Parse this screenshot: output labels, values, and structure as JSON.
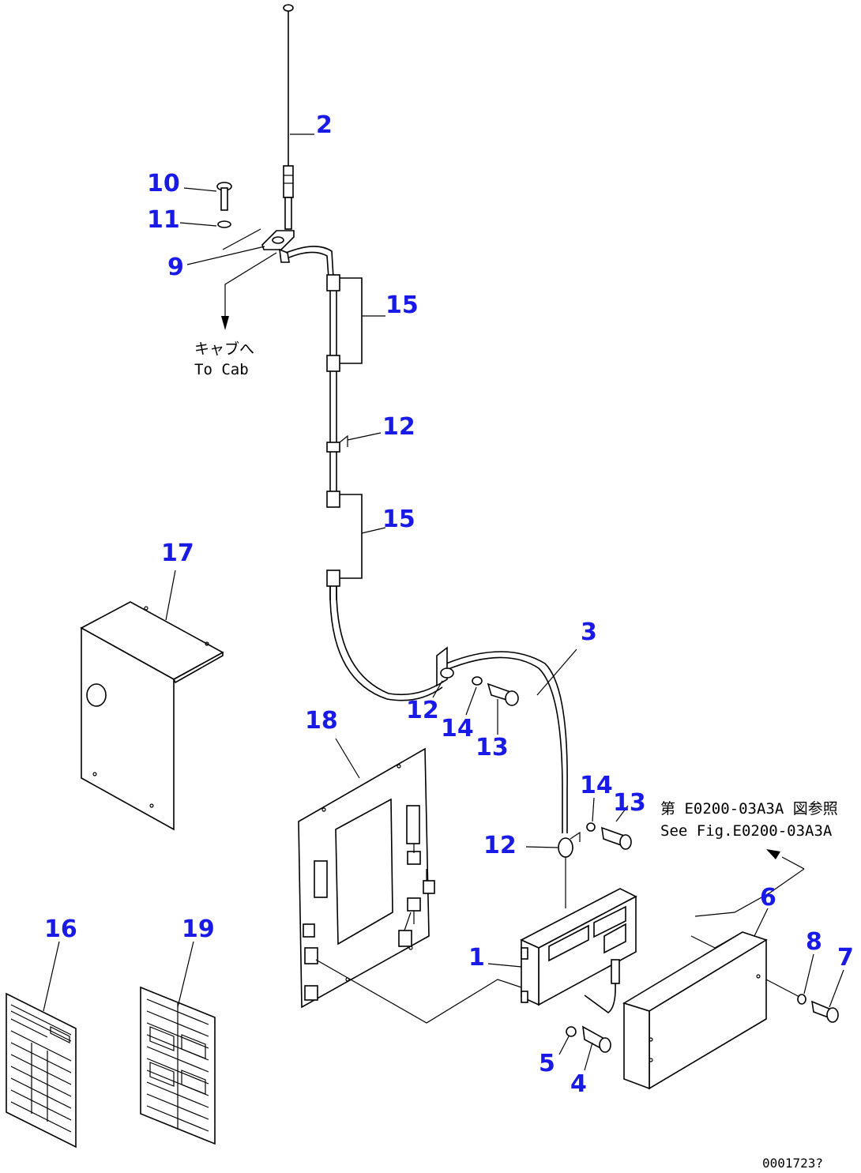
{
  "callouts": {
    "c1": "1",
    "c2": "2",
    "c3": "3",
    "c4": "4",
    "c5": "5",
    "c6": "6",
    "c7": "7",
    "c8": "8",
    "c9": "9",
    "c10": "10",
    "c11": "11",
    "c12a": "12",
    "c12b": "12",
    "c12c": "12",
    "c13a": "13",
    "c13b": "13",
    "c14a": "14",
    "c14b": "14",
    "c15a": "15",
    "c15b": "15",
    "c16": "16",
    "c17": "17",
    "c18": "18",
    "c19": "19"
  },
  "notes": {
    "to_cab_jp": "キャブへ",
    "to_cab_en": "To Cab",
    "see_fig_jp": "第 E0200-03A3A 図参照",
    "see_fig_en": "See Fig.E0200-03A3A"
  },
  "document_id": "0001723?",
  "colors": {
    "callout": "#1a1ae6",
    "line": "#000000"
  }
}
